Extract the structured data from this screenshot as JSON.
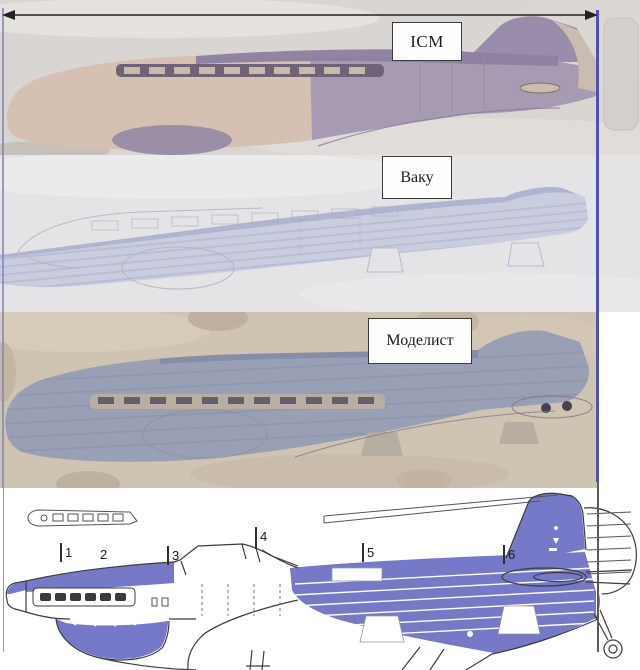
{
  "panels": [
    {
      "id": "icm",
      "label": "ICM"
    },
    {
      "id": "vaku",
      "label": "Ваку"
    },
    {
      "id": "modelist",
      "label": "Моделист"
    }
  ],
  "diagram": {
    "markers": [
      {
        "label": "1"
      },
      {
        "label": "2"
      },
      {
        "label": "3"
      },
      {
        "label": "4"
      },
      {
        "label": "5"
      },
      {
        "label": "6"
      }
    ],
    "highlight_color": "#7678c8"
  },
  "measurement": {
    "arrow_color": "#222222",
    "extent_line_color": "#5052b2"
  }
}
